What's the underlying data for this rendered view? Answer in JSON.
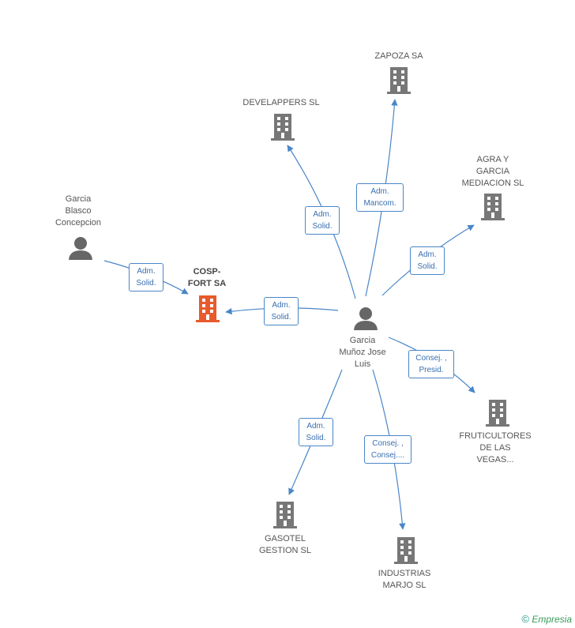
{
  "colors": {
    "edge": "#4a86c8",
    "company_icon": "#777777",
    "focus_icon": "#e85a2c",
    "person_icon": "#666666"
  },
  "nodes": {
    "zapoza": {
      "label": [
        "ZAPOZA SA"
      ],
      "icon": "building-icon"
    },
    "develappers": {
      "label": [
        "DEVELAPPERS SL"
      ],
      "icon": "building-icon"
    },
    "agra": {
      "label": [
        "AGRA Y",
        "GARCIA",
        "MEDIACION SL"
      ],
      "icon": "building-icon"
    },
    "garcia_blasco": {
      "label": [
        "Garcia",
        "Blasco",
        "Concepcion"
      ],
      "icon": "person-icon"
    },
    "cosp_fort": {
      "label": [
        "COSP-",
        "FORT SA"
      ],
      "icon": "building-icon"
    },
    "garcia_munoz": {
      "label": [
        "Garcia",
        "Muñoz Jose",
        "Luis"
      ],
      "icon": "person-icon"
    },
    "fruticultores": {
      "label": [
        "FRUTICULTORES",
        "DE LAS",
        "VEGAS..."
      ],
      "icon": "building-icon"
    },
    "gasotel": {
      "label": [
        "GASOTEL",
        "GESTION SL"
      ],
      "icon": "building-icon"
    },
    "industrias": {
      "label": [
        "INDUSTRIAS",
        "MARJO SL"
      ],
      "icon": "building-icon"
    }
  },
  "edges": {
    "blasco_cosp": [
      "Adm.",
      "Solid."
    ],
    "munoz_cosp": [
      "Adm.",
      "Solid."
    ],
    "munoz_develappers": [
      "Adm.",
      "Solid."
    ],
    "munoz_zapoza": [
      "Adm.",
      "Mancom."
    ],
    "munoz_agra": [
      "Adm.",
      "Solid."
    ],
    "munoz_fruticultores": [
      "Consej. ,",
      "Presid."
    ],
    "munoz_gasotel": [
      "Adm.",
      "Solid."
    ],
    "munoz_industrias": [
      "Consej. ,",
      "Consej...."
    ]
  },
  "footer": {
    "copyright": "©",
    "brand": "Empresia"
  }
}
